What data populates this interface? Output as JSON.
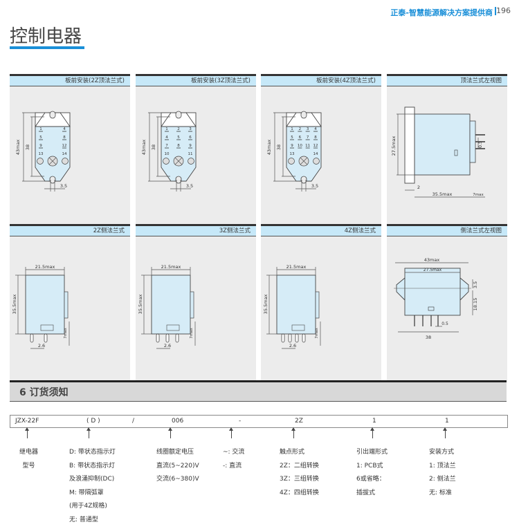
{
  "header": {
    "brand": "正泰-智慧能源解决方案提供商",
    "page": "196"
  },
  "title": "控制电器",
  "panels": [
    {
      "label": "板前安装(2Z顶法兰式)",
      "type": "front",
      "cols": 2,
      "terminals": [
        [
          "1",
          "4"
        ],
        [
          "5",
          "8"
        ],
        [
          "9",
          "12"
        ],
        [
          "13",
          "14"
        ]
      ],
      "dims": {
        "h1": "43max",
        "h2": "38",
        "w": "3.5"
      }
    },
    {
      "label": "板前安装(3Z顶法兰式)",
      "type": "front",
      "cols": 3,
      "terminals": [
        [
          "1",
          "2",
          "3"
        ],
        [
          "4",
          "5",
          "6"
        ],
        [
          "7",
          "8",
          "9"
        ],
        [
          "10",
          "11"
        ]
      ],
      "dims": {
        "h1": "43max",
        "h2": "38",
        "w": "3.5"
      }
    },
    {
      "label": "板前安装(4Z顶法兰式)",
      "type": "front",
      "cols": 4,
      "terminals": [
        [
          "1",
          "2",
          "3",
          "4"
        ],
        [
          "5",
          "6",
          "7",
          "8"
        ],
        [
          "9",
          "10",
          "11",
          "12"
        ],
        [
          "13",
          "14"
        ]
      ],
      "dims": {
        "h1": "43max",
        "h2": "38",
        "w": "3.5"
      }
    },
    {
      "label": "顶法兰式左视图",
      "type": "topside",
      "dims": {
        "h": "27.5max",
        "t": "0.5",
        "a": "2",
        "w": "35.5max",
        "p": "7max"
      }
    },
    {
      "label": "2Z侧法兰式",
      "type": "side",
      "pins": 2,
      "dims": {
        "w": "21.5max",
        "h": "35.5max",
        "p": "7max",
        "s": "2.6"
      }
    },
    {
      "label": "3Z侧法兰式",
      "type": "side",
      "pins": 3,
      "dims": {
        "w": "21.5max",
        "h": "35.5max",
        "p": "7max",
        "s": "2.6"
      }
    },
    {
      "label": "4Z侧法兰式",
      "type": "side",
      "pins": 4,
      "dims": {
        "w": "21.5max",
        "h": "35.5max",
        "p": "7max",
        "s": "2.6"
      }
    },
    {
      "label": "侧法兰式左视图",
      "type": "flangeside",
      "dims": {
        "w1": "43max",
        "w2": "27.5max",
        "a": "3.5",
        "b": "18.15",
        "t": "0.5",
        "w3": "38"
      }
    }
  ],
  "section_title": "6 订货须知",
  "order_code": [
    "JZX-22F",
    "( D )",
    "/",
    "006",
    "-",
    "2Z",
    "1",
    "1"
  ],
  "columns": [
    {
      "lines": [
        "继电器",
        "型号"
      ]
    },
    {
      "lines": [
        "D:  带状态指示灯",
        "B:  带状态指示灯",
        "      及浪涌抑制(DC)",
        "M:  带隔弧罩",
        "      (用于4Z规格)",
        "无:  普通型"
      ]
    },
    {
      "lines": [
        "线圈额定电压",
        "直流(5~220)V",
        "交流(6~380)V"
      ]
    },
    {
      "lines": [
        "~:  交流",
        "-:  直流"
      ]
    },
    {
      "lines": [
        "触点形式",
        "2Z：二组转换",
        "3Z：三组转换",
        "4Z：四组转换"
      ]
    },
    {
      "lines": [
        "引出端形式",
        "1:  PCB式",
        "6或省略：",
        "插拔式"
      ]
    },
    {
      "lines": [
        "安装方式",
        "1:  顶法兰",
        "2:  侧法兰",
        "无:  标准"
      ]
    }
  ]
}
